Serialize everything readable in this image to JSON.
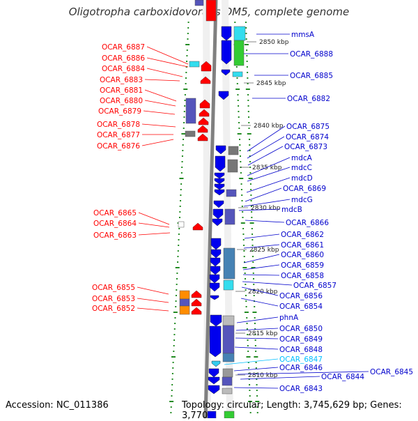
{
  "title": "Oligotropha carboxidovorans OM5, complete genome",
  "footer": {
    "accession": "Accession: NC_011386",
    "summary": "Topology: circular; Length: 3,745,629 bp; Genes: 3,770"
  },
  "colors": {
    "axis": "#808080",
    "tick": "#228b22",
    "left_label": "#ff0000",
    "right_label": "#0000cc",
    "highlight_label": "#00bfff"
  },
  "scale_labels": [
    "2850 kbp",
    "2845 kbp",
    "2840 kbp",
    "2835 kbp",
    "2830 kbp",
    "2825 kbp",
    "2820 kbp",
    "2815 kbp",
    "2810 kbp"
  ],
  "left_labels": [
    "OCAR_6887",
    "OCAR_6886",
    "OCAR_6884",
    "OCAR_6883",
    "OCAR_6881",
    "OCAR_6880",
    "OCAR_6879",
    "OCAR_6878",
    "OCAR_6877",
    "OCAR_6876",
    "OCAR_6865",
    "OCAR_6864",
    "OCAR_6863",
    "OCAR_6855",
    "OCAR_6853",
    "OCAR_6852"
  ],
  "right_labels": [
    "mmsA",
    "OCAR_6888",
    "OCAR_6885",
    "OCAR_6882",
    "OCAR_6875",
    "OCAR_6874",
    "OCAR_6873",
    "mdcA",
    "mdcC",
    "mdcD",
    "OCAR_6869",
    "mdcG",
    "mdcB",
    "OCAR_6866",
    "OCAR_6862",
    "OCAR_6861",
    "OCAR_6860",
    "OCAR_6859",
    "OCAR_6858",
    "OCAR_6857",
    "OCAR_6856",
    "OCAR_6854",
    "phnA",
    "OCAR_6850",
    "OCAR_6849",
    "OCAR_6848",
    "OCAR_6847",
    "OCAR_6846",
    "OCAR_6845",
    "OCAR_6844",
    "OCAR_6843"
  ],
  "highlighted_label": "OCAR_6847"
}
